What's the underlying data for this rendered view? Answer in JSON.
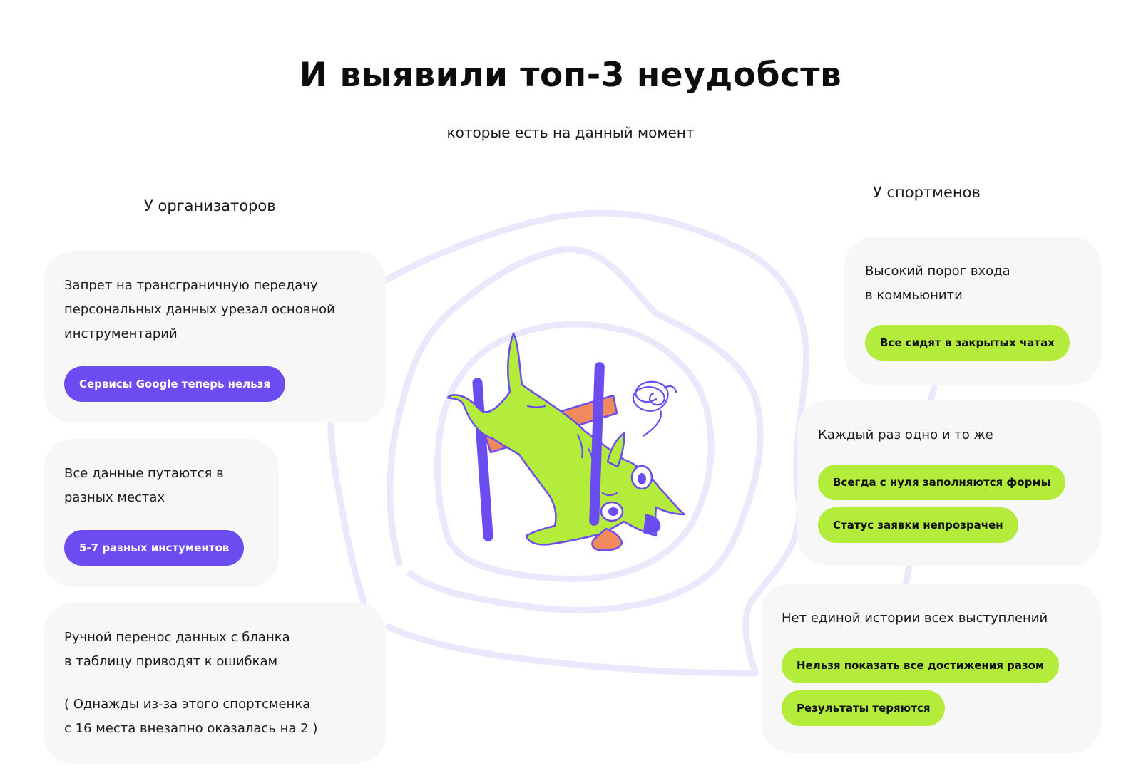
{
  "header": {
    "title": "И выявили топ-3 неудобств",
    "subtitle": "которые есть на данный момент"
  },
  "organizers": {
    "heading": "У организаторов",
    "cards": [
      {
        "lines": [
          "Запрет на трансграничную передачу",
          "персональных данных урезал основной",
          "инструментарий"
        ],
        "tags": [
          "Сервисы Google теперь нельзя"
        ]
      },
      {
        "lines": [
          "Все данные путаются в",
          "разных местах"
        ],
        "tags": [
          "5-7 разных инстументов"
        ]
      },
      {
        "lines": [
          "Ручной перенос данных с бланка",
          "в таблицу приводят к ошибкам"
        ],
        "note": [
          "( Однажды из-за этого спортсменка",
          "с 16 места внезапно оказалась на 2 )"
        ]
      }
    ]
  },
  "athletes": {
    "heading": "У спортменов",
    "cards": [
      {
        "lines": [
          "Высокий порог входа",
          "в коммьюнити"
        ],
        "tags": [
          "Все сидят в закрытых чатах"
        ]
      },
      {
        "lines": [
          "Каждый раз одно и то же"
        ],
        "tags": [
          "Всегда с нуля заполняются формы",
          "Статус заявки непрозрачен"
        ]
      },
      {
        "lines": [
          "Нет единой истории всех выступлений"
        ],
        "tags": [
          "Нельзя показать все достижения разом",
          "Результаты теряются"
        ]
      }
    ]
  },
  "colors": {
    "purple": "#6a4cf0",
    "green": "#b3ec3b",
    "swirl": "#ebe8fd",
    "card_bg": "#f7f7f7",
    "dog_body": "#b3ec3b",
    "dog_tongue": "#f08a5d"
  },
  "illustration": {
    "icon": "dog-jumping-hurdle-icon"
  }
}
